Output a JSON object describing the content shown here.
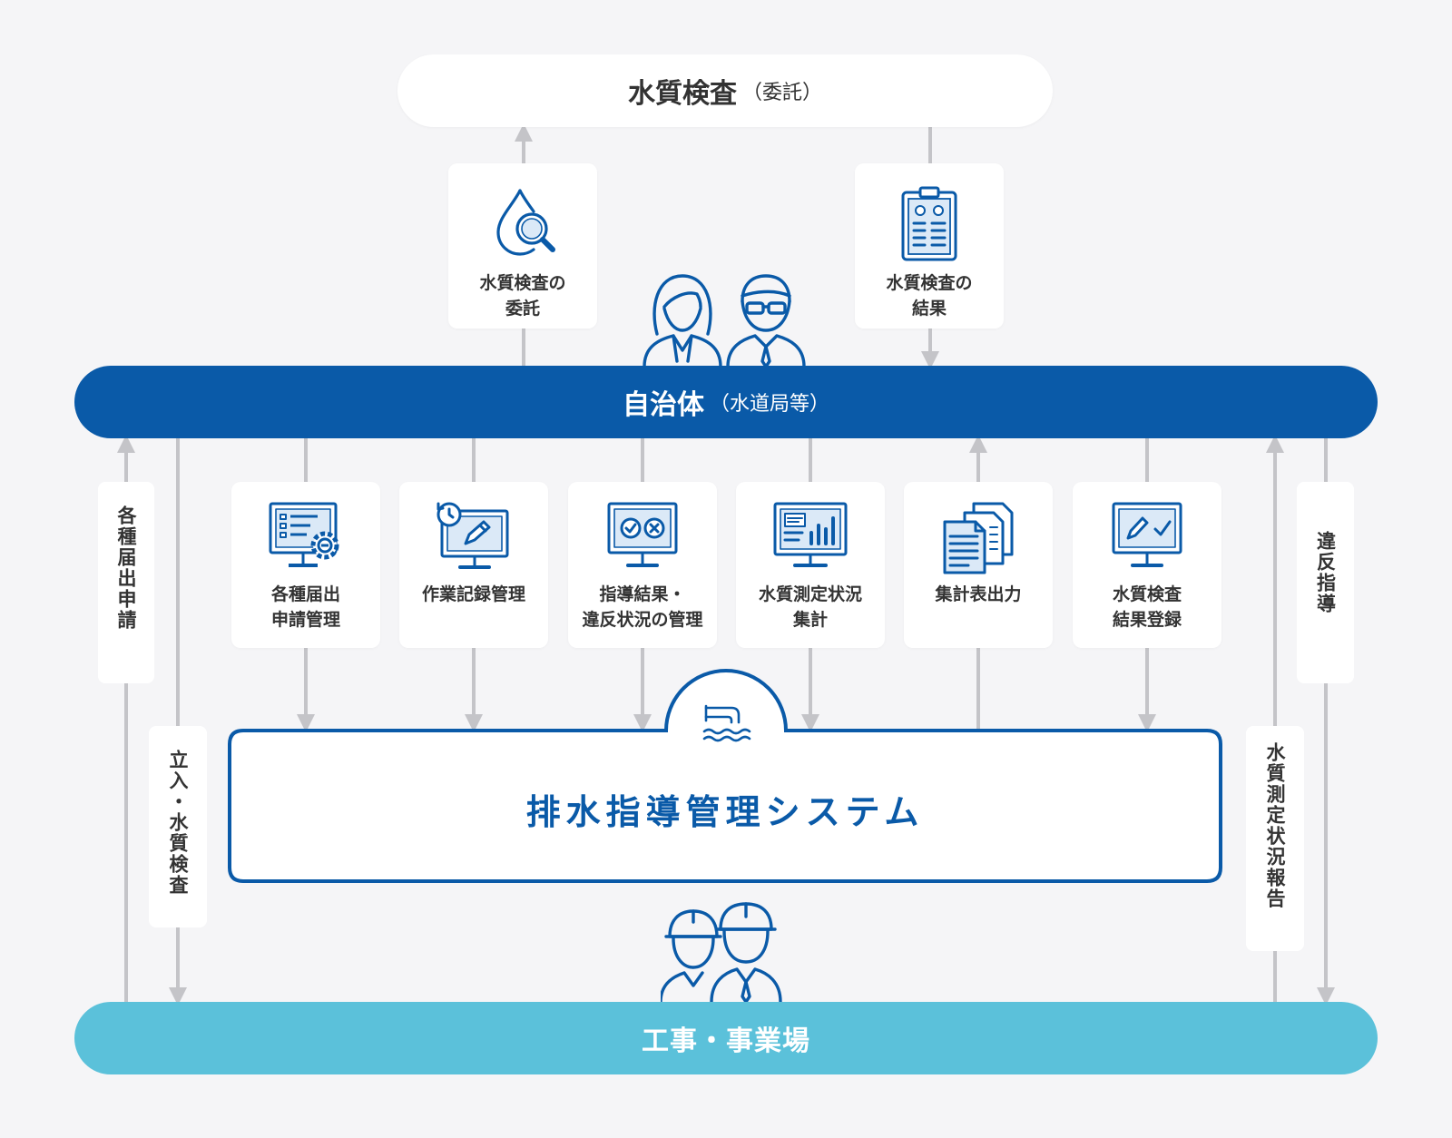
{
  "top": {
    "title": "水質検査",
    "sub": "（委託）"
  },
  "government": {
    "title": "自治体",
    "sub": "（水道局等）"
  },
  "site": {
    "title": "工事・事業場"
  },
  "system": {
    "title": "排水指導管理システム"
  },
  "top_cards": [
    {
      "label": "水質検査の\n委託",
      "icon": "water-drop-magnifier-icon"
    },
    {
      "label": "水質検査の\n結果",
      "icon": "clipboard-checklist-icon"
    }
  ],
  "mid_cards": [
    {
      "label": "各種届出\n申請管理",
      "icon": "monitor-list-gear-icon"
    },
    {
      "label": "作業記録管理",
      "icon": "monitor-pencil-clock-icon"
    },
    {
      "label": "指導結果・\n違反状況の管理",
      "icon": "monitor-check-cross-icon"
    },
    {
      "label": "水質測定状況\n集計",
      "icon": "monitor-chart-icon"
    },
    {
      "label": "集計表出力",
      "icon": "documents-icon"
    },
    {
      "label": "水質検査\n結果登録",
      "icon": "monitor-edit-check-icon"
    }
  ],
  "side_labels": {
    "left_outer": "各種届出申請",
    "left_inner": "立入・水質検査",
    "right_inner": "水質測定状況報告",
    "right_outer": "違反指導"
  },
  "colors": {
    "navy": "#0a5aa8",
    "cyan": "#5bc1da",
    "arrow": "#c4c4c8",
    "bg": "#f5f5f7"
  }
}
